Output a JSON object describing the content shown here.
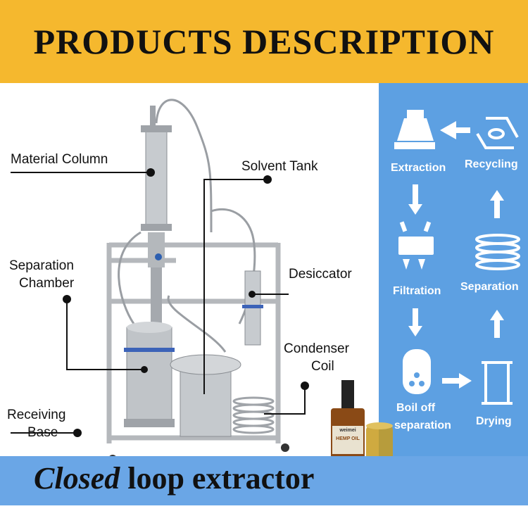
{
  "header": {
    "title": "PRODUCTS DESCRIPTION"
  },
  "labels": {
    "material_column": "Material Column",
    "solvent_tank": "Solvent Tank",
    "separation_chamber_1": "Separation",
    "separation_chamber_2": "Chamber",
    "desiccator": "Desiccator",
    "condenser_coil_1": "Condenser",
    "condenser_coil_2": "Coil",
    "receiving_base_1": "Receiving",
    "receiving_base_2": "Base"
  },
  "process": {
    "extraction": "Extraction",
    "recycling": "Recycling",
    "filtration": "Filtration",
    "separation": "Separation",
    "boil_off_1": "Boil off",
    "boil_off_2": "separation",
    "drying": "Drying"
  },
  "product": {
    "brand": "weimei",
    "name": "HEMP OIL"
  },
  "footer": {
    "title_italic": "Closed",
    "title_rest": " loop extractor"
  },
  "colors": {
    "header_bg": "#f5b82e",
    "panel_bg": "#5da0e2",
    "footer_bg": "#6aa6e6"
  }
}
